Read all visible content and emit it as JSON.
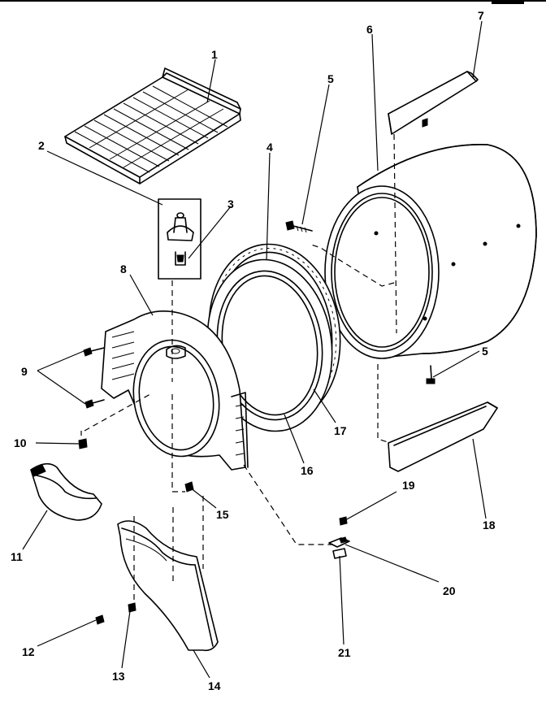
{
  "callouts": {
    "c1": "1",
    "c2": "2",
    "c3": "3",
    "c4": "4",
    "c5a": "5",
    "c5b": "5",
    "c6": "6",
    "c7": "7",
    "c8": "8",
    "c9": "9",
    "c10": "10",
    "c11": "11",
    "c12": "12",
    "c13": "13",
    "c14": "14",
    "c15": "15",
    "c16": "16",
    "c17": "17",
    "c18": "18",
    "c19": "19",
    "c20": "20",
    "c21": "21"
  }
}
